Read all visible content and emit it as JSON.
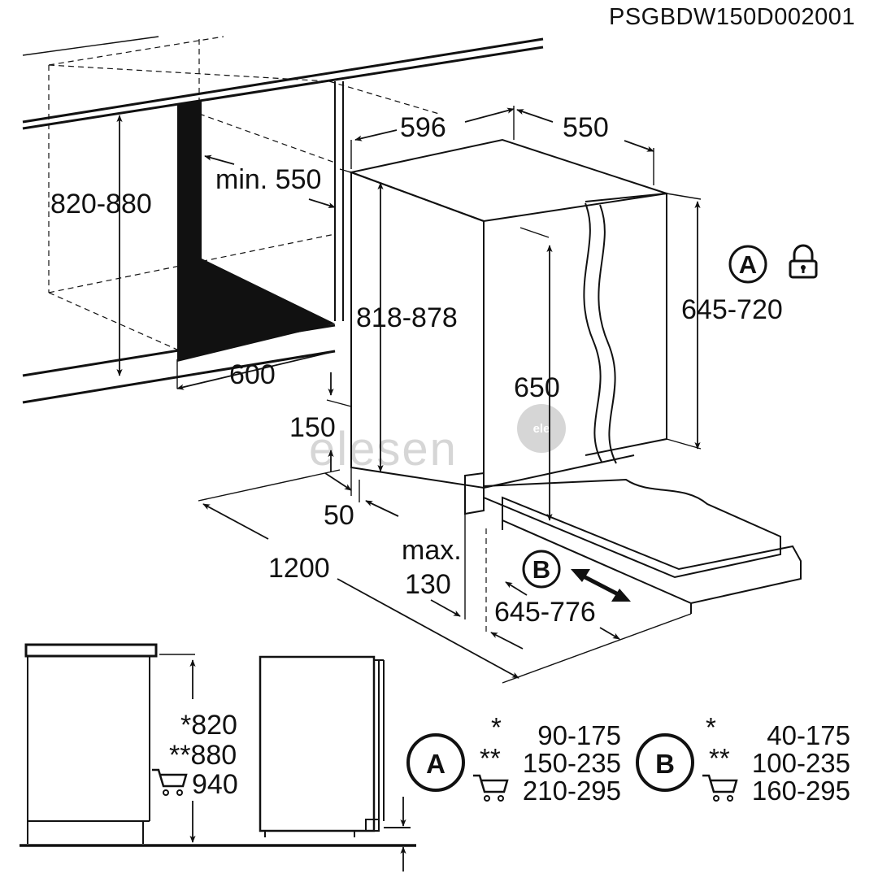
{
  "model_code": "PSGBDW150D002001",
  "watermark": {
    "text": "elesen",
    "logo_text": "ele"
  },
  "dimensions": {
    "niche_height": "820-880",
    "niche_depth_min": "min. 550",
    "niche_width": "600",
    "width": "596",
    "depth": "550",
    "appliance_height": "818-878",
    "door_panel_height": "645-720",
    "inner_height": "650",
    "gap_150": "150",
    "gap_50": "50",
    "clearance_1200": "1200",
    "max_label": "max.",
    "max_value": "130",
    "panel_range": "645-776"
  },
  "badges": {
    "a": "A",
    "b": "B"
  },
  "side_view": {
    "height_star": "*820",
    "height_double_star": "**880",
    "height_cart": "940"
  },
  "legend_a": {
    "star": "*",
    "star_value": "90-175",
    "double_star": "**",
    "double_star_value": "150-235",
    "cart_value": "210-295"
  },
  "legend_b": {
    "star": "*",
    "star_value": "40-175",
    "double_star": "**",
    "double_star_value": "100-235",
    "cart_value": "160-295"
  },
  "icons": [
    "lock-icon",
    "cart-icon",
    "double-arrow-icon",
    "arrow-icon"
  ],
  "colors": {
    "line": "#111111",
    "fill": "#111111",
    "watermark": "#d6d6d6",
    "background": "#ffffff"
  }
}
